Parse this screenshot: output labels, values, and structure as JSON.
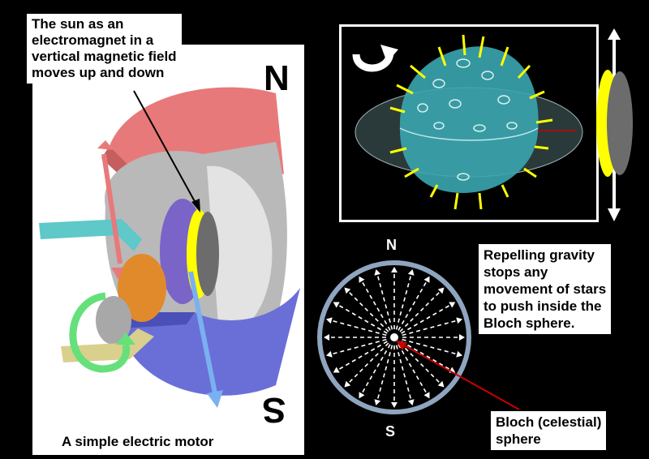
{
  "labels": {
    "sun_note": "The sun as an\nelectromagnet in a\nvertical magnetic field\nmoves up and down",
    "motor_caption": "A simple electric motor",
    "gravity_note": "Repelling gravity\nstops any\nmovement of stars\nto push inside the\nBloch sphere.",
    "bloch_label": "Bloch (celestial)\nsphere"
  },
  "motor": {
    "pole_north": "N",
    "pole_south": "S",
    "minus_sign": "-",
    "plus_sign": "+"
  },
  "compass": {
    "north": "N",
    "south": "S"
  },
  "colors": {
    "background": "#000000",
    "north_pole": "#e8797a",
    "south_pole": "#6a6fd8",
    "sun_yellow": "#ffff00",
    "field_arrow": "#ffffff",
    "pointer_red": "#cc0000",
    "sphere_teal": "#3aa6b0",
    "rotation_green": "#66e07a"
  },
  "icons": [
    "rotate-arrow-icon",
    "vertical-double-arrow-icon",
    "pointer-arrow-icon"
  ]
}
